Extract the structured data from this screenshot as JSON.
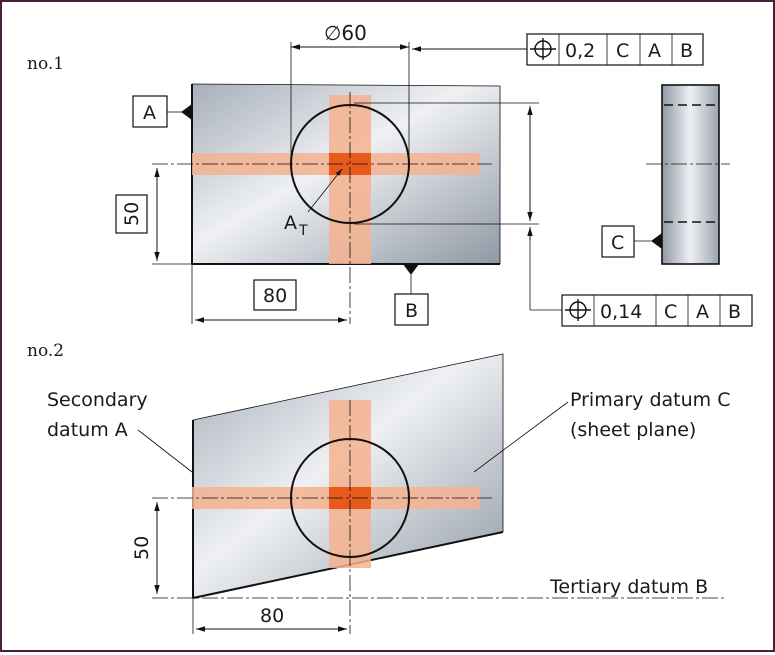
{
  "labels": {
    "no1": "no.1",
    "no2": "no.2",
    "datum_a": "A",
    "datum_b": "B",
    "datum_c": "C",
    "diameter": "∅60",
    "tolerance_zone": "A",
    "tolerance_zone_sub": "T",
    "dim_50_top": "50",
    "dim_80_top": "80",
    "dim_50_bottom": "50",
    "dim_80_bottom": "80",
    "secondary_1": "Secondary",
    "secondary_2": "datum A",
    "primary_1": "Primary datum C",
    "primary_2": "(sheet plane)",
    "tertiary": "Tertiary datum B"
  },
  "frame_top": [
    "0,2",
    "C",
    "A",
    "B"
  ],
  "frame_bottom": [
    "0,14",
    "C",
    "A",
    "B"
  ],
  "colors": {
    "zone_light": "#f4b28f",
    "zone_dark": "#e8591c",
    "plate_light": "#eef0f3",
    "plate_dark": "#9aa3ae",
    "border": "#4a1f3e"
  }
}
